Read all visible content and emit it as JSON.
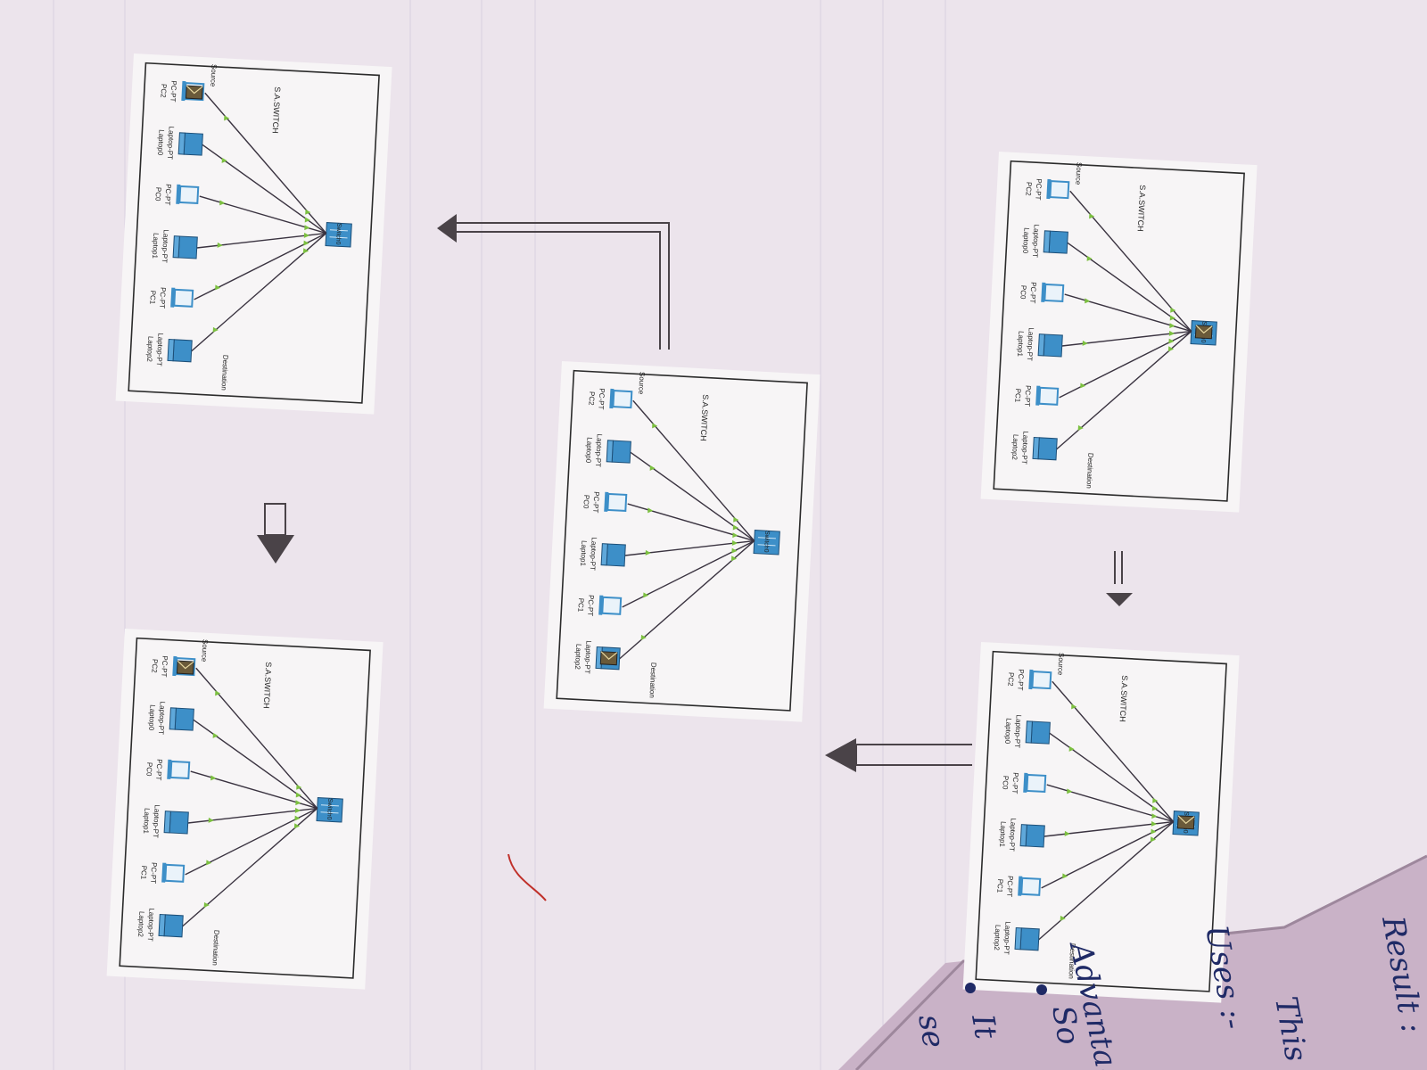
{
  "colors": {
    "page": "#ece4ec",
    "print_bg": "#f7f5f6",
    "cable": "#3a3340",
    "cable_dot": "#7cc040",
    "device_blue": "#3d8fc8",
    "arrow_fill": "#4a4348",
    "ink": "#1f2a66",
    "lower_page": "#c9b2c7"
  },
  "diagram": {
    "title": "S.A.SWITCH",
    "switch_label": "Switch0",
    "source_caption": "Source",
    "destination_caption": "Destination",
    "devices": [
      {
        "type": "PC-PT",
        "name": "PC2"
      },
      {
        "type": "Laptop-PT",
        "name": "Laptop0"
      },
      {
        "type": "PC-PT",
        "name": "PC0"
      },
      {
        "type": "Laptop-PT",
        "name": "Laptop1"
      },
      {
        "type": "PC-PT",
        "name": "PC1"
      },
      {
        "type": "Laptop-PT",
        "name": "Laptop2"
      }
    ]
  },
  "panels": [
    {
      "id": "panel-1",
      "envelope_at": "switch"
    },
    {
      "id": "panel-2",
      "envelope_at": "switch"
    },
    {
      "id": "panel-3",
      "envelope_at": "Laptop2"
    },
    {
      "id": "panel-4",
      "envelope_at": "PC2"
    },
    {
      "id": "panel-5",
      "envelope_at": "PC2"
    }
  ],
  "handwriting": {
    "right_margin": [
      "Result :",
      "Uses :-",
      "Advantages"
    ],
    "bullets": [
      "This",
      "So",
      "It",
      "se"
    ]
  }
}
